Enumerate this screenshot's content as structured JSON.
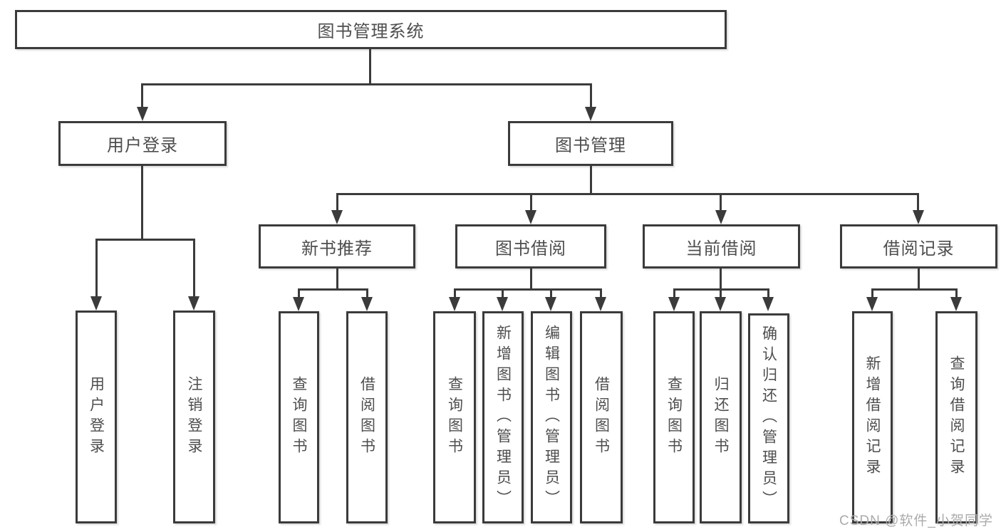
{
  "title": "图书管理系统",
  "colors": {
    "line": "#3b3b3b",
    "text": "#4e4e4e",
    "watermark": "#ababab"
  },
  "watermark": "CSDN @软件_小贺同学",
  "nodes": {
    "root": "图书管理系统",
    "user_login": "用户登录",
    "book_mgmt": "图书管理",
    "login": "用户登录",
    "logout": "注销登录",
    "new_books": "新书推荐",
    "book_borrow": "图书借阅",
    "current_borrow": "当前借阅",
    "borrow_records": "借阅记录",
    "nb_query": "查询图书",
    "nb_borrow": "借阅图书",
    "bb_query": "查询图书",
    "bb_add": "新增图书（管理员）",
    "bb_edit": "编辑图书（管理员）",
    "bb_borrow": "借阅图书",
    "cb_query": "查询图书",
    "cb_return": "归还图书",
    "cb_confirm": "确认归还（管理员）",
    "br_add": "新增借阅记录",
    "br_query": "查询借阅记录"
  }
}
